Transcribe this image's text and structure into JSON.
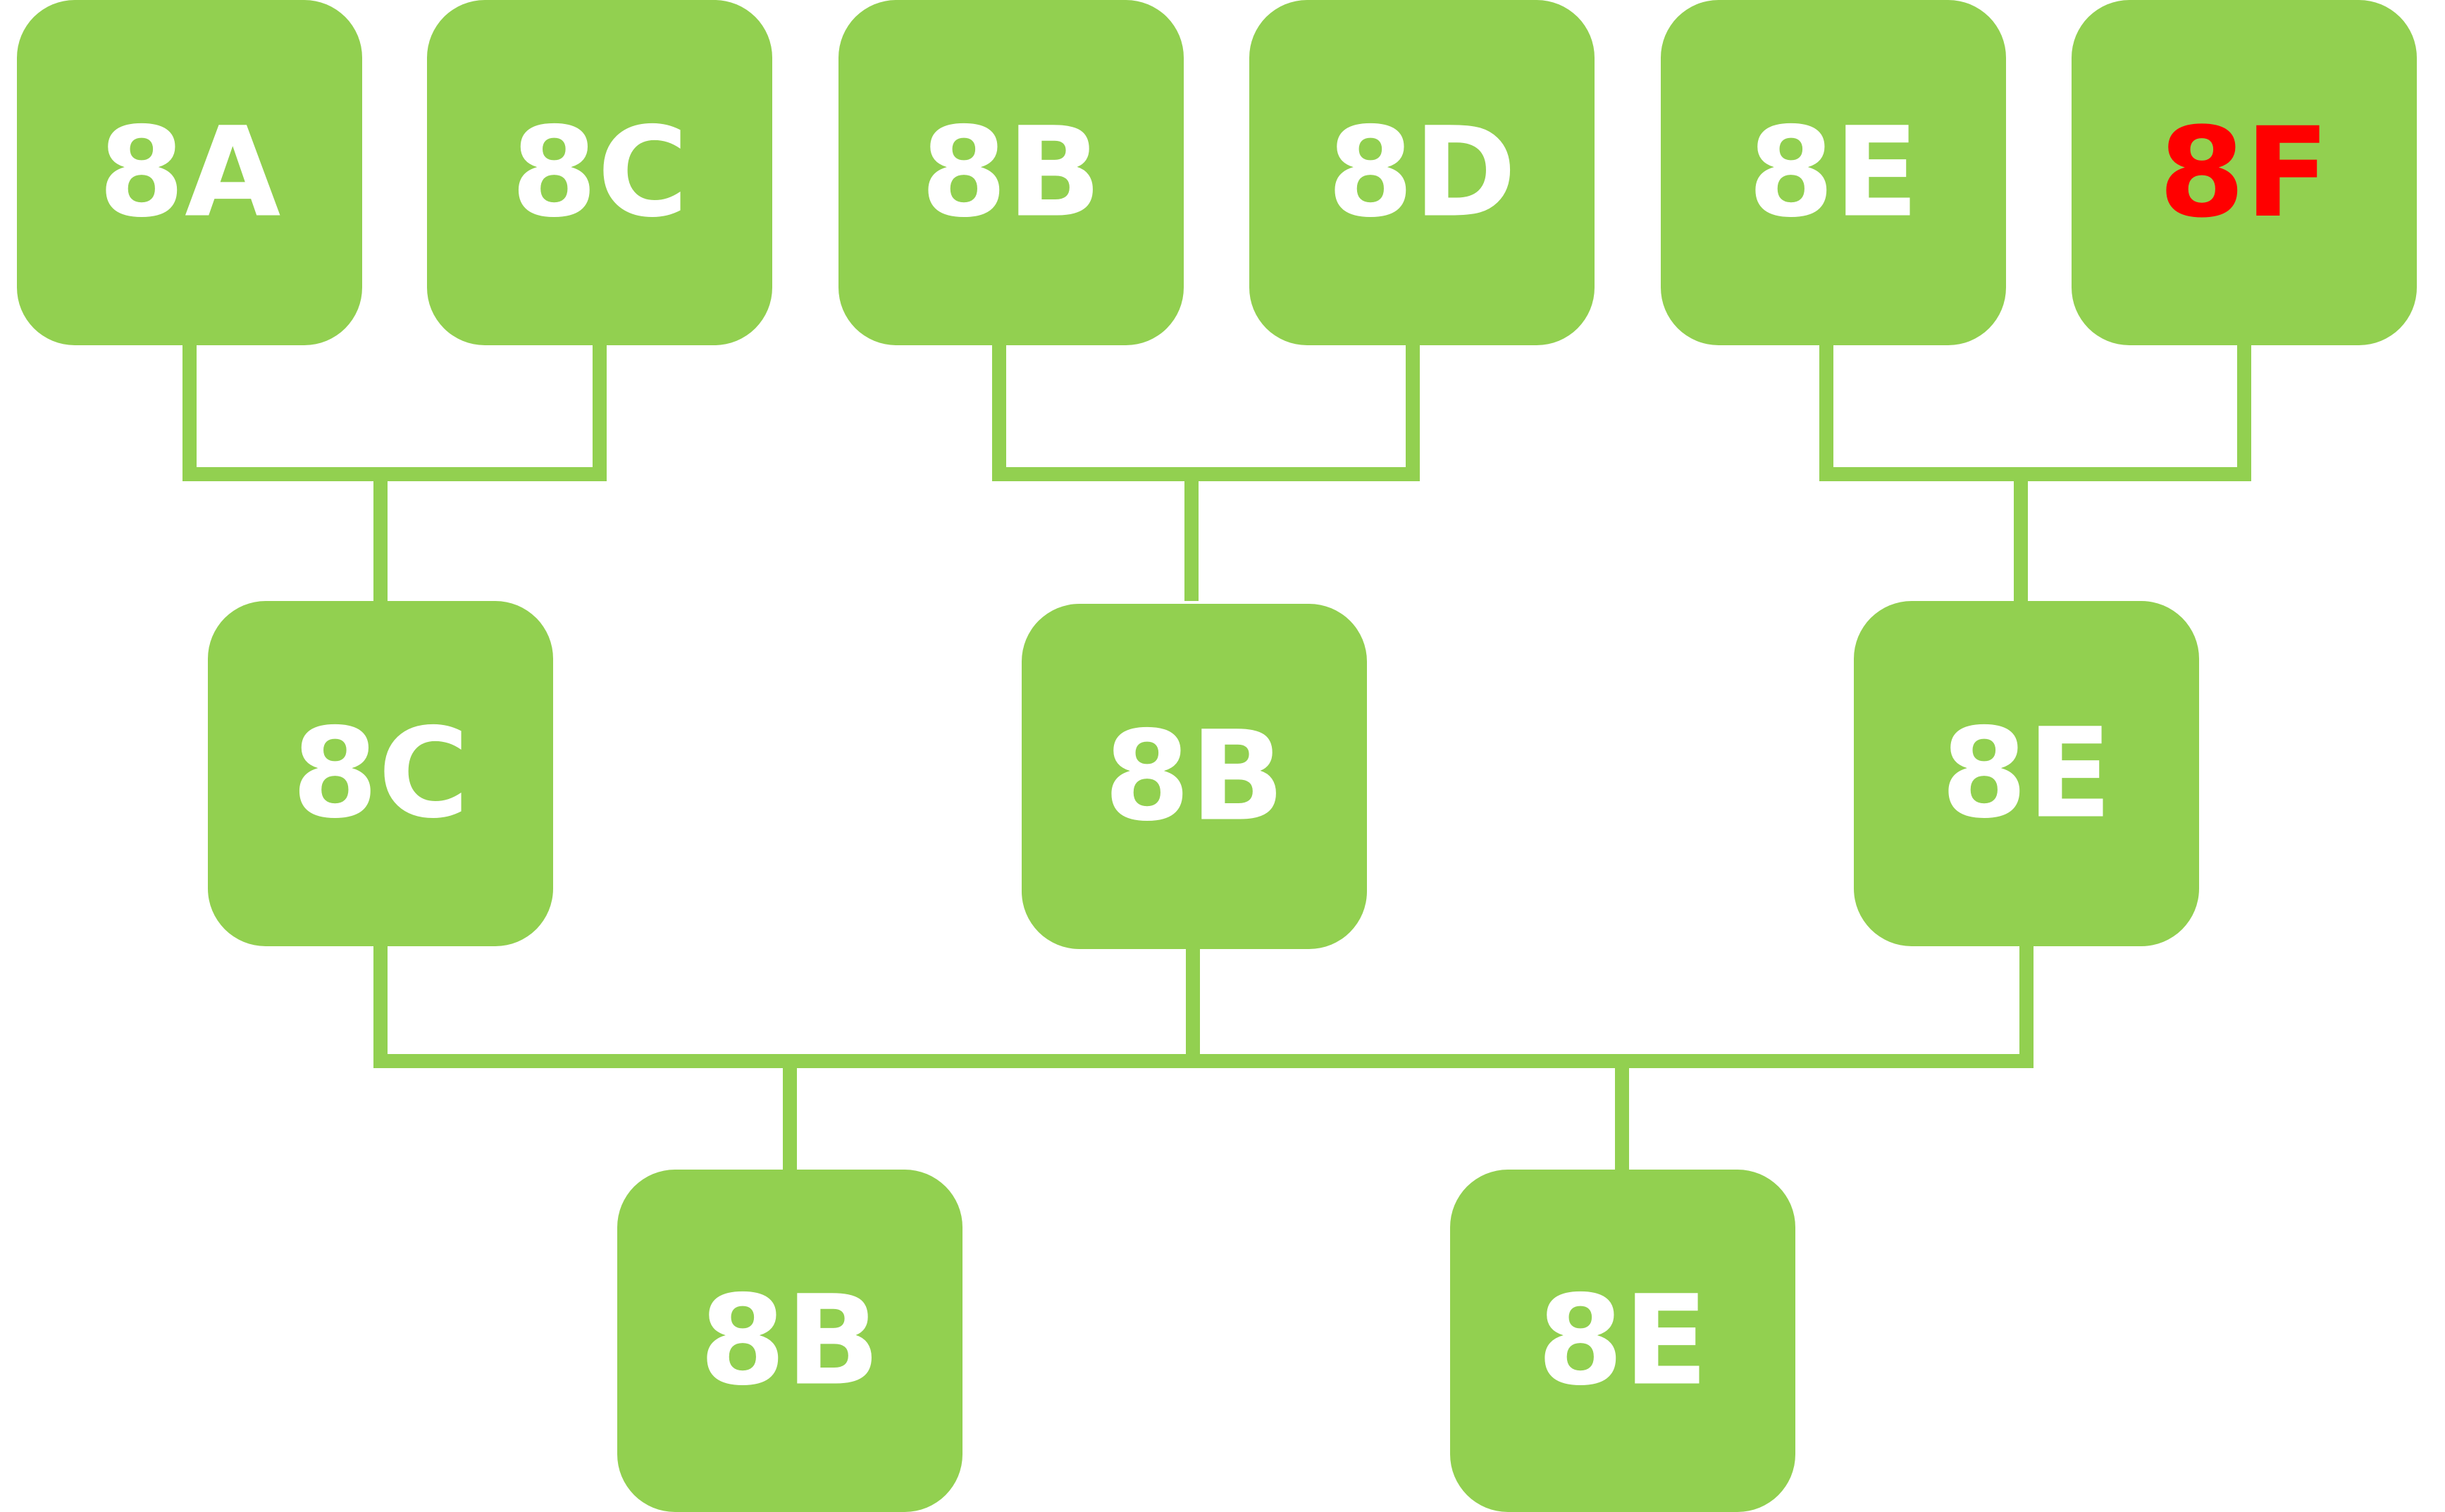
{
  "diagram": {
    "type": "tournament-bracket",
    "box_color": "#92d050",
    "label_color": "#ffffff",
    "highlight_color": "#ff0000",
    "rounds": [
      {
        "name": "round-1",
        "nodes": [
          {
            "id": "r1-1",
            "label": "8A"
          },
          {
            "id": "r1-2",
            "label": "8C"
          },
          {
            "id": "r1-3",
            "label": "8B"
          },
          {
            "id": "r1-4",
            "label": "8D"
          },
          {
            "id": "r1-5",
            "label": "8E"
          },
          {
            "id": "r1-6",
            "label": "8F",
            "highlighted": true
          }
        ]
      },
      {
        "name": "round-2",
        "nodes": [
          {
            "id": "r2-1",
            "label": "8C"
          },
          {
            "id": "r2-2",
            "label": "8B"
          },
          {
            "id": "r2-3",
            "label": "8E"
          }
        ]
      },
      {
        "name": "round-3",
        "nodes": [
          {
            "id": "r3-1",
            "label": "8B"
          },
          {
            "id": "r3-2",
            "label": "8E"
          }
        ]
      }
    ],
    "edges": [
      {
        "from": [
          "r1-1",
          "r1-2"
        ],
        "to": "r2-1"
      },
      {
        "from": [
          "r1-3",
          "r1-4"
        ],
        "to": "r2-2"
      },
      {
        "from": [
          "r1-5",
          "r1-6"
        ],
        "to": "r2-3"
      },
      {
        "from": [
          "r2-1",
          "r2-2",
          "r2-3"
        ],
        "to": [
          "r3-1",
          "r3-2"
        ]
      }
    ]
  }
}
